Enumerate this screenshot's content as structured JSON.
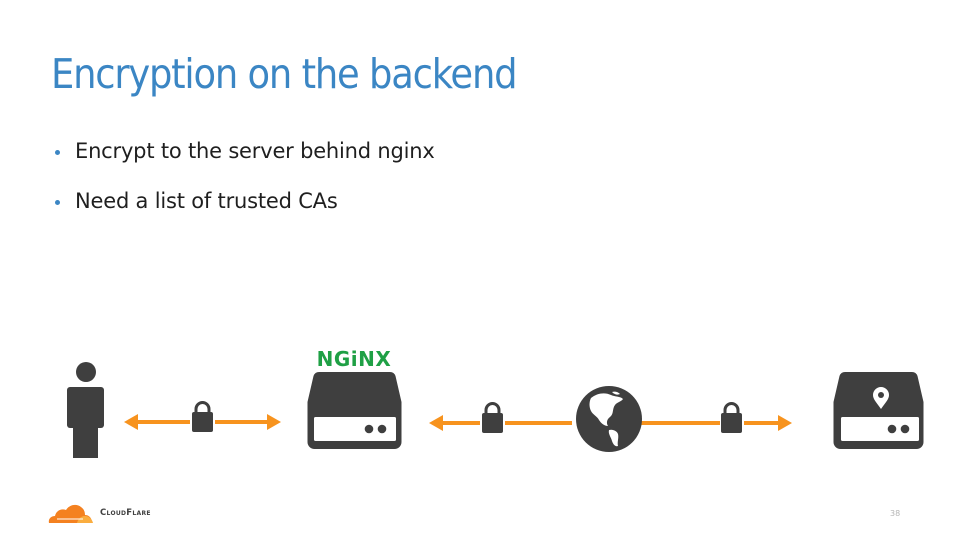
{
  "slide": {
    "title": "Encryption on the backend",
    "bullets": [
      {
        "text": "Encrypt to the server behind nginx"
      },
      {
        "text": "Need a list of trusted CAs"
      }
    ],
    "page_number": "38"
  },
  "diagram": {
    "nodes": [
      {
        "id": "user",
        "icon": "person-icon",
        "label": ""
      },
      {
        "id": "nginx",
        "icon": "server-icon",
        "label": "NGiNX"
      },
      {
        "id": "internet",
        "icon": "globe-icon",
        "label": ""
      },
      {
        "id": "origin",
        "icon": "server-location-icon",
        "label": ""
      }
    ],
    "connections": [
      {
        "from": "user",
        "to": "nginx",
        "encrypted": true,
        "direction": "bidirectional"
      },
      {
        "from": "nginx",
        "to": "origin",
        "via": "internet",
        "encrypted": true,
        "direction": "bidirectional"
      }
    ],
    "colors": {
      "arrow": "#f7931e",
      "icon": "#3f3f3f",
      "nginx_label": "#1fa045",
      "title": "#3b86c4"
    }
  },
  "footer": {
    "brand": "CloudFlare",
    "logo_icon": "cloudflare-cloud-icon"
  }
}
